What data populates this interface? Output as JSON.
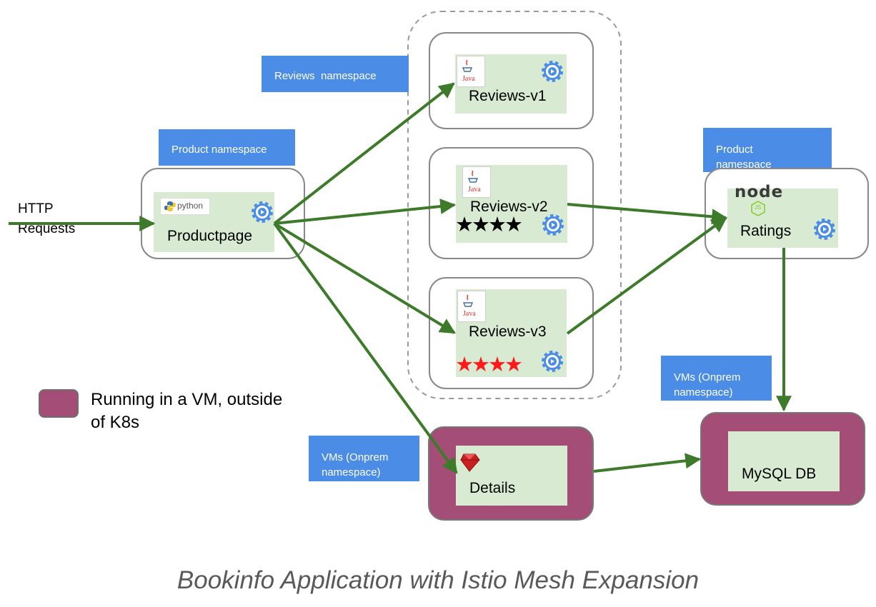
{
  "legend": {
    "swatch_color": "#a34d77",
    "text_line1": "Running in a VM, outside",
    "text_line2": "of K8s"
  },
  "labels": {
    "reviews_ns": "Reviews  namespace",
    "product_ns_left": "Product namespace",
    "product_ns_right_line1": "Product",
    "product_ns_right_line2": "namespace",
    "vms_ns_right_line1": "VMs (Onprem",
    "vms_ns_right_line2": "namespace)",
    "vms_ns_left_line1": "VMs (Onprem",
    "vms_ns_left_line2": "namespace)"
  },
  "http": {
    "line1": "HTTP",
    "line2": "Requests"
  },
  "services": {
    "productpage": {
      "name": "Productpage",
      "lang_icon": "python-logo",
      "python_text": "python"
    },
    "reviews_v1": {
      "name": "Reviews-v1",
      "lang_icon": "java-icon",
      "java_text": "Java"
    },
    "reviews_v2": {
      "name": "Reviews-v2",
      "lang_icon": "java-icon",
      "java_text": "Java",
      "stars": "★★★★",
      "star_color": "#000000"
    },
    "reviews_v3": {
      "name": "Reviews-v3",
      "lang_icon": "java-icon",
      "java_text": "Java",
      "stars": "★★★★",
      "star_color": "#ff1a1a"
    },
    "ratings": {
      "name": "Ratings",
      "lang_icon": "nodejs-logo",
      "node_text": "node",
      "js_text": "JS"
    },
    "details": {
      "name": "Details",
      "lang_icon": "ruby-icon"
    },
    "mysql": {
      "name": "MySQL DB"
    }
  },
  "colors": {
    "arrow": "#3d7a2a",
    "label_bg": "#4a8ce6",
    "inner_bg": "#d9ead3",
    "vm_bg": "#a34d77",
    "envoy_icon": "#4a8ce6"
  },
  "caption": "Bookinfo Application with Istio Mesh Expansion"
}
